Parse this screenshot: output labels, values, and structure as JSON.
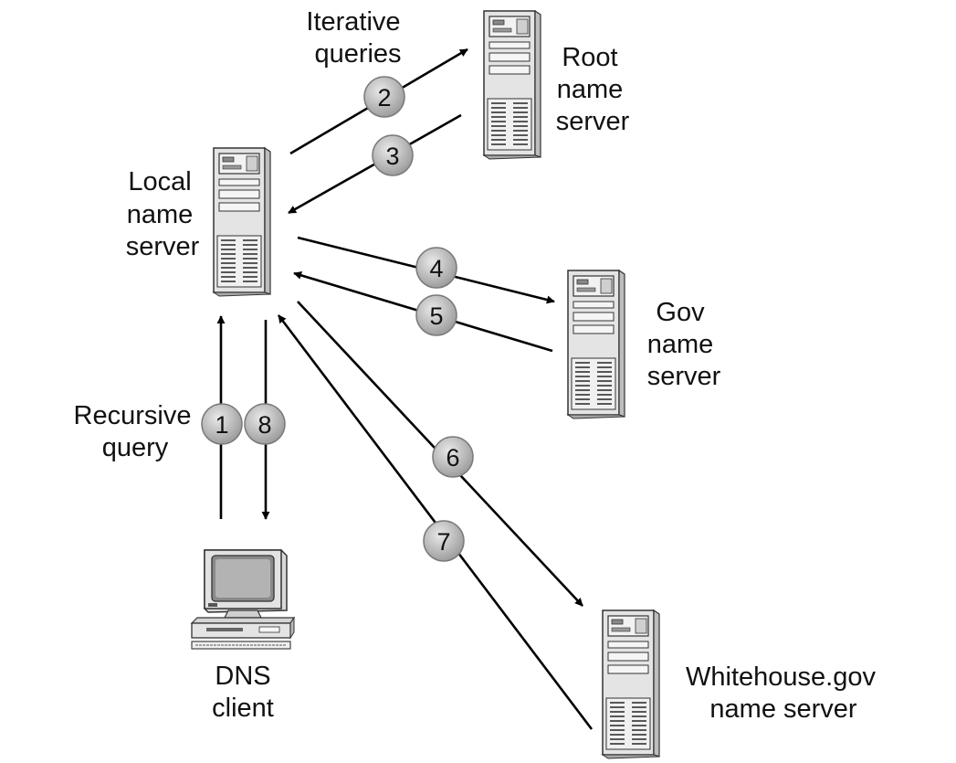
{
  "nodes": {
    "local": {
      "label": [
        "Local",
        "name",
        "server"
      ]
    },
    "root": {
      "label": [
        "Root",
        "name",
        "server"
      ]
    },
    "gov": {
      "label": [
        "Gov",
        "name",
        "server"
      ]
    },
    "whitehouse": {
      "label": [
        "Whitehouse.gov",
        "name server"
      ]
    },
    "client": {
      "label": [
        "DNS",
        "client"
      ]
    }
  },
  "annotations": {
    "iterative": [
      "Iterative",
      "queries"
    ],
    "recursive": [
      "Recursive",
      "query"
    ]
  },
  "steps": [
    "1",
    "2",
    "3",
    "4",
    "5",
    "6",
    "7",
    "8"
  ],
  "colors": {
    "line": "#000000",
    "badge_fill": "#bdbdbd",
    "badge_stroke": "#7a7a7a",
    "server_fill": "#e6e6e6",
    "text": "#111111"
  }
}
